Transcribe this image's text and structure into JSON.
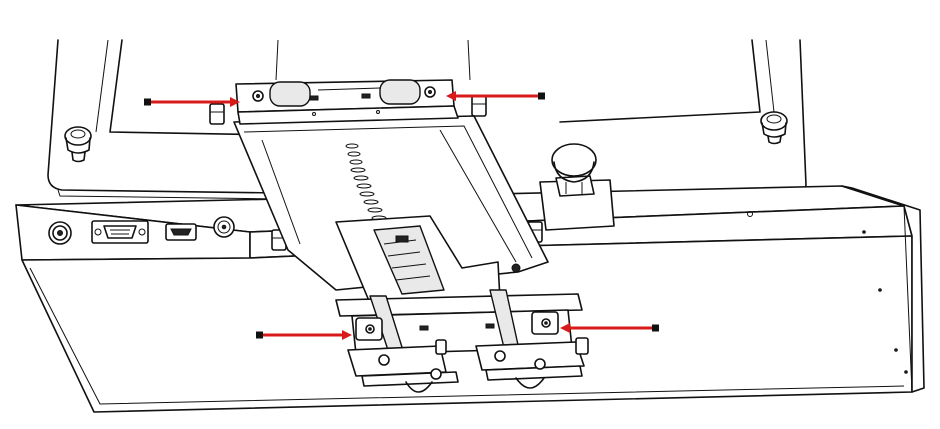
{
  "figure": {
    "background": "#ffffff",
    "line_color": "#111111",
    "arrow_color": "#d91a1a",
    "arrows": [
      {
        "id": "upper-left",
        "direction": "right"
      },
      {
        "id": "upper-right",
        "direction": "left"
      },
      {
        "id": "lower-left",
        "direction": "right"
      },
      {
        "id": "lower-right",
        "direction": "left"
      }
    ],
    "ports": [
      "coax-port",
      "vga-port",
      "hdmi-port",
      "antenna-port"
    ],
    "components": [
      "monitor-back",
      "mounting-base",
      "adapter-plate",
      "lower-clamp",
      "knob-screw",
      "side-bumpers"
    ]
  }
}
